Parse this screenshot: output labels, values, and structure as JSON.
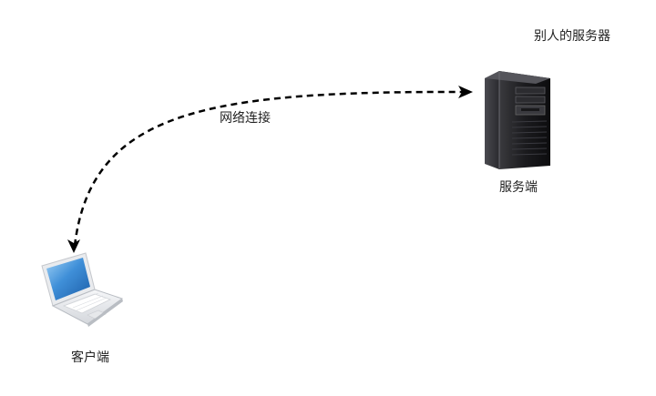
{
  "labels": {
    "other_server": "别人的服务器",
    "server": "服务端",
    "client": "客户端",
    "connection": "网络连接"
  },
  "icons": {
    "server": "tower-server-icon",
    "client": "laptop-icon"
  },
  "colors": {
    "background": "#ffffff",
    "text": "#222222",
    "edge": "#000000",
    "laptop_screen": "#3f8fd8",
    "server_body": "#1c1c1e"
  },
  "edge": {
    "style": "dashed",
    "direction": "bidirectional",
    "from": "client",
    "to": "server"
  }
}
